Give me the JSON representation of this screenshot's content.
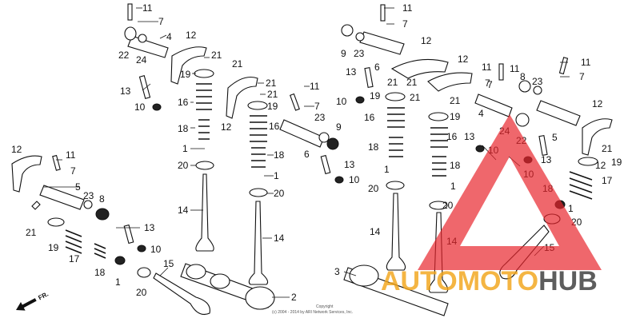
{
  "callouts": [
    "11",
    "7",
    "4",
    "22",
    "24",
    "12",
    "21",
    "21",
    "13",
    "10",
    "19",
    "16",
    "18",
    "1",
    "20",
    "14",
    "21",
    "12",
    "19",
    "21",
    "23",
    "6",
    "11",
    "7",
    "16",
    "9",
    "18",
    "1",
    "13",
    "10",
    "20",
    "14",
    "2",
    "3",
    "12",
    "11",
    "7",
    "5",
    "23",
    "8",
    "13",
    "21",
    "10",
    "19",
    "17",
    "18",
    "1",
    "20",
    "15",
    "11",
    "7",
    "9",
    "23",
    "12",
    "6",
    "13",
    "21",
    "21",
    "12",
    "19",
    "21",
    "10",
    "21",
    "16",
    "18",
    "19",
    "1",
    "20",
    "14",
    "11",
    "7",
    "8",
    "23",
    "16",
    "13",
    "5",
    "10",
    "22",
    "24",
    "4",
    "7",
    "11",
    "12",
    "10",
    "20",
    "1",
    "18",
    "14",
    "11",
    "7",
    "13",
    "21",
    "12",
    "19",
    "17",
    "20",
    "1",
    "18",
    "15"
  ],
  "copyright": {
    "line1": "Copyright",
    "line2": "(c) 2004 - 2014 by ARI Network Services, Inc."
  },
  "direction_label": "FR.",
  "watermark": {
    "part1": "AUTO",
    "part2": "MOTO",
    "part3": "HUB",
    "color_red": "#e8242b",
    "color_orange": "#f2a51a",
    "color_dark": "#3a3a3a"
  }
}
